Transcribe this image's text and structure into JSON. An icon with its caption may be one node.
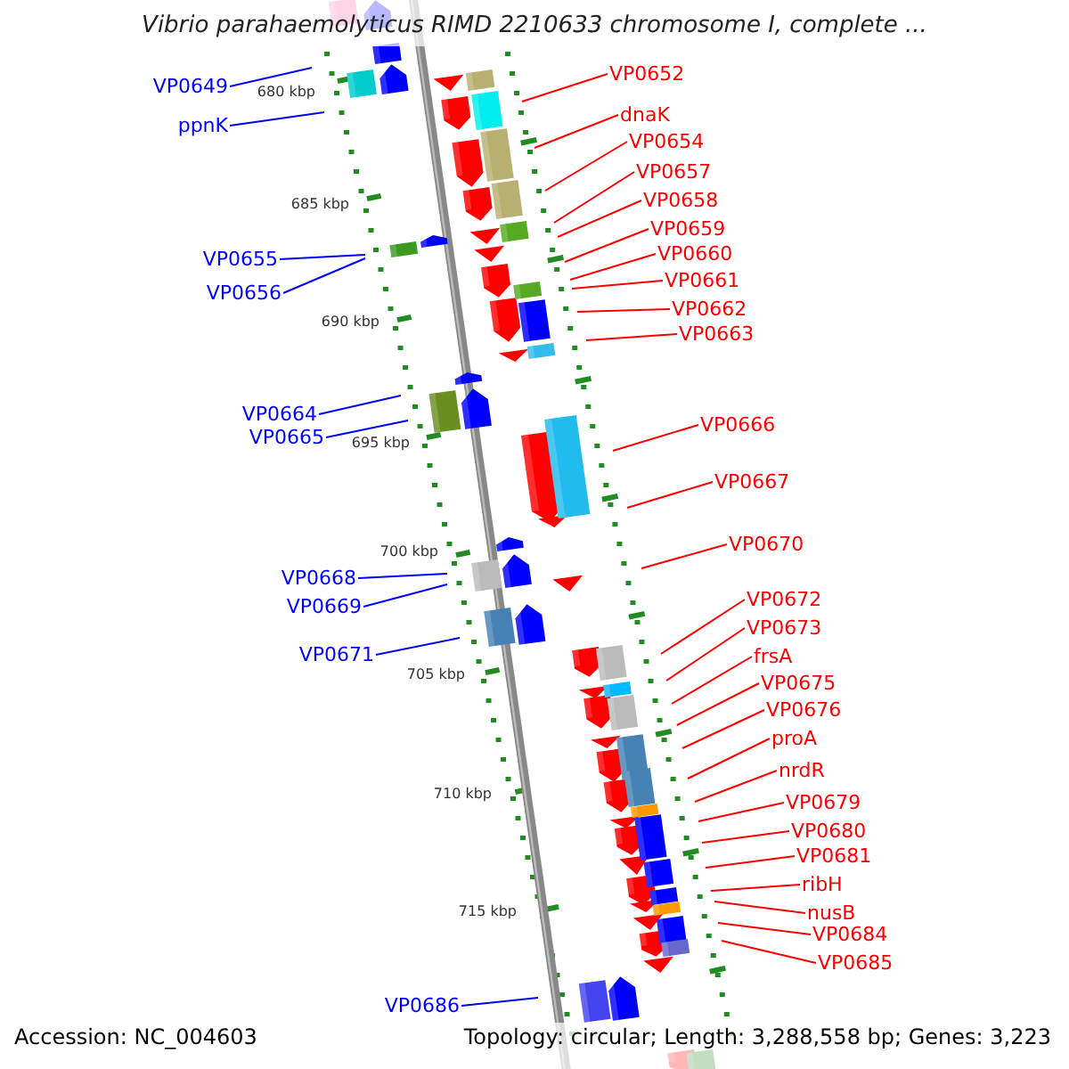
{
  "diagram": {
    "title": "Vibrio parahaemolyticus RIMD 2210633 chromosome I, complete ...",
    "nodes": [
      {
        "text": [
          "VP0649"
        ]
      },
      {
        "text": [
          "ppnK"
        ]
      },
      {
        "text": [
          "VP0655"
        ]
      },
      {
        "text": [
          "VP0656"
        ]
      },
      {
        "text": [
          "VP0664"
        ]
      },
      {
        "text": [
          "VP0665"
        ]
      },
      {
        "text": [
          "VP0668"
        ]
      },
      {
        "text": [
          "VP0669"
        ]
      },
      {
        "text": [
          "VP0671"
        ]
      },
      {
        "text": [
          "VP0686"
        ]
      },
      {
        "text": [
          "VP0652"
        ]
      },
      {
        "text": [
          "dnaK"
        ]
      },
      {
        "text": [
          "VP0654"
        ]
      },
      {
        "text": [
          "VP0657"
        ]
      },
      {
        "text": [
          "VP0658"
        ]
      },
      {
        "text": [
          "VP0659"
        ]
      },
      {
        "text": [
          "VP0660"
        ]
      },
      {
        "text": [
          "VP0661"
        ]
      },
      {
        "text": [
          "VP0662"
        ]
      },
      {
        "text": [
          "VP0663"
        ]
      },
      {
        "text": [
          "VP0666"
        ]
      },
      {
        "text": [
          "VP0667"
        ]
      },
      {
        "text": [
          "VP0670"
        ]
      },
      {
        "text": [
          "VP0672"
        ]
      },
      {
        "text": [
          "VP0673"
        ]
      },
      {
        "text": [
          "frsA"
        ]
      },
      {
        "text": [
          "VP0675"
        ]
      },
      {
        "text": [
          "VP0676"
        ]
      },
      {
        "text": [
          "proA"
        ]
      },
      {
        "text": [
          "nrdR"
        ]
      },
      {
        "text": [
          "VP0679"
        ]
      },
      {
        "text": [
          "VP0680"
        ]
      },
      {
        "text": [
          "VP0681"
        ]
      },
      {
        "text": [
          "ribH"
        ]
      },
      {
        "text": [
          "nusB"
        ]
      },
      {
        "text": [
          "VP0684"
        ]
      },
      {
        "text": [
          "VP0685"
        ]
      }
    ],
    "edges": [
      {
        "from": 0,
        "to": null,
        "arrow": "none",
        "color": "#0000ff"
      },
      {
        "from": 1,
        "to": null,
        "arrow": "none",
        "color": "#0000ff"
      },
      {
        "from": 2,
        "to": null,
        "arrow": "none",
        "color": "#0000ff"
      },
      {
        "from": 3,
        "to": null,
        "arrow": "none",
        "color": "#0000ff"
      },
      {
        "from": 4,
        "to": null,
        "arrow": "none",
        "color": "#0000ff"
      },
      {
        "from": 5,
        "to": null,
        "arrow": "none",
        "color": "#0000ff"
      },
      {
        "from": 6,
        "to": null,
        "arrow": "none",
        "color": "#0000ff"
      },
      {
        "from": 7,
        "to": null,
        "arrow": "none",
        "color": "#0000ff"
      },
      {
        "from": 8,
        "to": null,
        "arrow": "none",
        "color": "#0000ff"
      },
      {
        "from": 9,
        "to": null,
        "arrow": "none",
        "color": "#0000ff"
      },
      {
        "from": 10,
        "to": null,
        "arrow": "none"
      },
      {
        "from": 11,
        "to": null,
        "arrow": "none"
      },
      {
        "from": 12,
        "to": null,
        "arrow": "none"
      },
      {
        "from": 13,
        "to": null,
        "arrow": "none"
      },
      {
        "from": 14,
        "to": null,
        "arrow": "none"
      },
      {
        "from": 15,
        "to": null,
        "arrow": "none"
      },
      {
        "from": 16,
        "to": null,
        "arrow": "none"
      },
      {
        "from": 17,
        "to": null,
        "arrow": "none"
      },
      {
        "from": 18,
        "to": null,
        "arrow": "none"
      },
      {
        "from": 19,
        "to": null,
        "arrow": "none"
      },
      {
        "from": 20,
        "to": null,
        "arrow": "none"
      },
      {
        "from": 21,
        "to": null,
        "arrow": "none"
      },
      {
        "from": 22,
        "to": null,
        "arrow": "none"
      },
      {
        "from": 23,
        "to": null,
        "arrow": "none"
      },
      {
        "from": 24,
        "to": null,
        "arrow": "none"
      },
      {
        "from": 25,
        "to": null,
        "arrow": "none"
      },
      {
        "from": 26,
        "to": null,
        "arrow": "none"
      },
      {
        "from": 27,
        "to": null,
        "arrow": "none"
      },
      {
        "from": 28,
        "to": null,
        "arrow": "none"
      },
      {
        "from": 29,
        "to": null,
        "arrow": "none"
      },
      {
        "from": 30,
        "to": null,
        "arrow": "none"
      },
      {
        "from": 31,
        "to": null,
        "arrow": "none"
      },
      {
        "from": 32,
        "to": null,
        "arrow": "none"
      },
      {
        "from": 33,
        "to": null,
        "arrow": "none"
      },
      {
        "from": 34,
        "to": null,
        "arrow": "none"
      },
      {
        "from": 35,
        "to": null,
        "arrow": "none"
      },
      {
        "from": 36,
        "to": null,
        "arrow": "none"
      }
    ],
    "labels": [
      "680 kbp",
      "685 kbp",
      "690 kbp",
      "695 kbp",
      "700 kbp",
      "705 kbp",
      "710 kbp",
      "715 kbp",
      "Accession: NC_004603",
      "Topology: circular; Length: 3,288,558 bp; Genes: 3,223"
    ]
  }
}
